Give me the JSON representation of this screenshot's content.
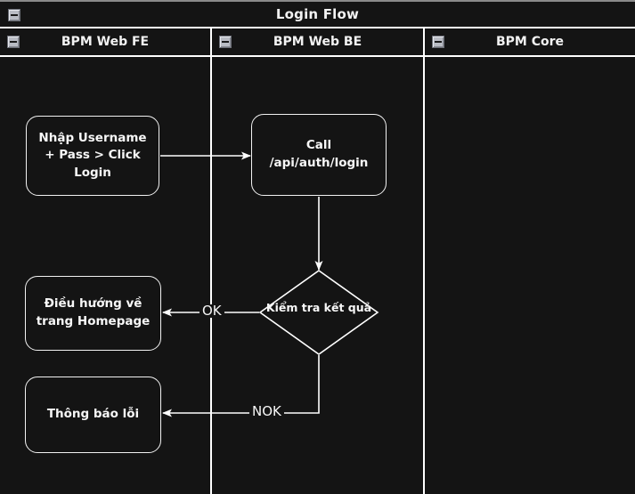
{
  "title_bar": {
    "title": "Login Flow",
    "collapse_icon": "minus-box-icon"
  },
  "lanes": [
    {
      "id": "fe",
      "label": "BPM Web FE",
      "collapse_icon": "minus-box-icon"
    },
    {
      "id": "be",
      "label": "BPM Web BE",
      "collapse_icon": "minus-box-icon"
    },
    {
      "id": "core",
      "label": "BPM Core",
      "collapse_icon": "minus-box-icon"
    }
  ],
  "nodes": [
    {
      "id": "login",
      "lane": "fe",
      "type": "process",
      "label": "Nhập Username + Pass > Click Login"
    },
    {
      "id": "call_api",
      "lane": "be",
      "type": "process",
      "label": "Call /api/auth/login"
    },
    {
      "id": "check",
      "lane": "be",
      "type": "decision",
      "label": "Kiểm tra kết quả"
    },
    {
      "id": "homepage",
      "lane": "fe",
      "type": "process",
      "label": "Điều hướng về trang Homepage"
    },
    {
      "id": "error",
      "lane": "fe",
      "type": "process",
      "label": "Thông báo lỗi"
    }
  ],
  "edges": [
    {
      "from": "login",
      "to": "call_api",
      "label": ""
    },
    {
      "from": "call_api",
      "to": "check",
      "label": ""
    },
    {
      "from": "check",
      "to": "homepage",
      "label": "OK"
    },
    {
      "from": "check",
      "to": "error",
      "label": "NOK"
    }
  ],
  "colors": {
    "background": "#141414",
    "stroke": "#ffffff",
    "text": "#f2f2f2",
    "icon_face": "#b9bcc4"
  }
}
